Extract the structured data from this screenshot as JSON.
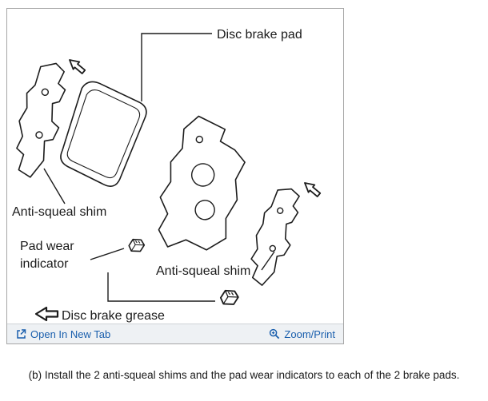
{
  "colors": {
    "link": "#1a5fad",
    "diagram_line": "#1c1c1c",
    "footer_bg": "#eef1f4",
    "footer_border": "#d0d4d8",
    "panel_border": "#a6a6a6",
    "text": "#1a1a1a"
  },
  "diagram": {
    "labels": {
      "disc_brake_pad": "Disc brake pad",
      "anti_squeal_shim_left": "Anti-squeal shim",
      "pad_wear_line1": "Pad wear",
      "pad_wear_line2": "indicator",
      "anti_squeal_shim_right": "Anti-squeal shim",
      "disc_brake_grease": "Disc brake grease"
    }
  },
  "footer": {
    "open_in_new_tab": "Open In New Tab",
    "zoom_print": "Zoom/Print"
  },
  "icons": {
    "open_in_new_tab": "box-with-arrow",
    "zoom": "magnifier",
    "grease_arrow": "thick-left-arrow",
    "install_direction": "hollow-down-left-arrow"
  },
  "caption": "(b) Install the 2 anti-squeal shims and the pad wear indicators to each of the 2 brake pads."
}
